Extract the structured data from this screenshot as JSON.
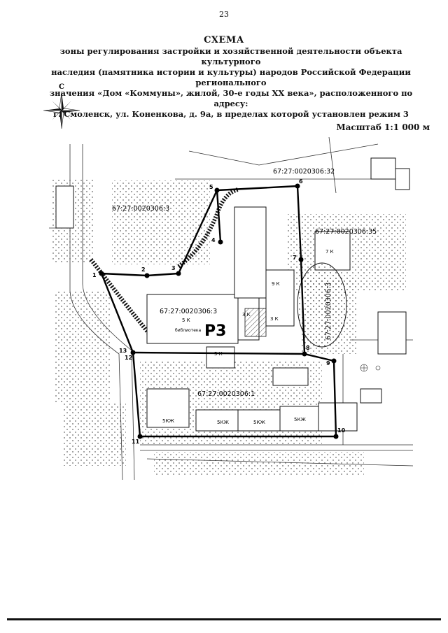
{
  "page_number": "23",
  "title": "СХЕМА",
  "description_lines": [
    "зоны регулирования застройки и хозяйственной деятельности объекта культурного",
    "наследия (памятника истории и культуры) народов Российской Федерации регионального",
    "значения «Дом «Коммуны», жилой, 30-е годы XX века», расположенного по адресу:",
    "г. Смоленск, ул. Коненкова, д. 9а, в пределах которой установлен режим 3"
  ],
  "compass_letter": "С",
  "scale": "Масштаб 1:1 000 м",
  "zone_label": "Р3",
  "parcels": [
    "67:27:0020306:32",
    "67:27:0020306:3",
    "67:27:0020306:35",
    "67:27:0020306:3",
    "67:27:0020306:3",
    "67:27:0020306:1"
  ],
  "points": [
    "1",
    "2",
    "3",
    "4",
    "5",
    "6",
    "7",
    "8",
    "9",
    "10",
    "11",
    "12",
    "13"
  ],
  "buildings": [
    "5 К",
    "3 К",
    "3 К",
    "9 К",
    "7 К",
    "5КЖ",
    "5КЖ",
    "5КЖ",
    "5КЖ",
    "5 К"
  ],
  "building_notes": [
    "библиотека"
  ],
  "colors": {
    "ink": "#111111",
    "paper": "#ffffff"
  }
}
